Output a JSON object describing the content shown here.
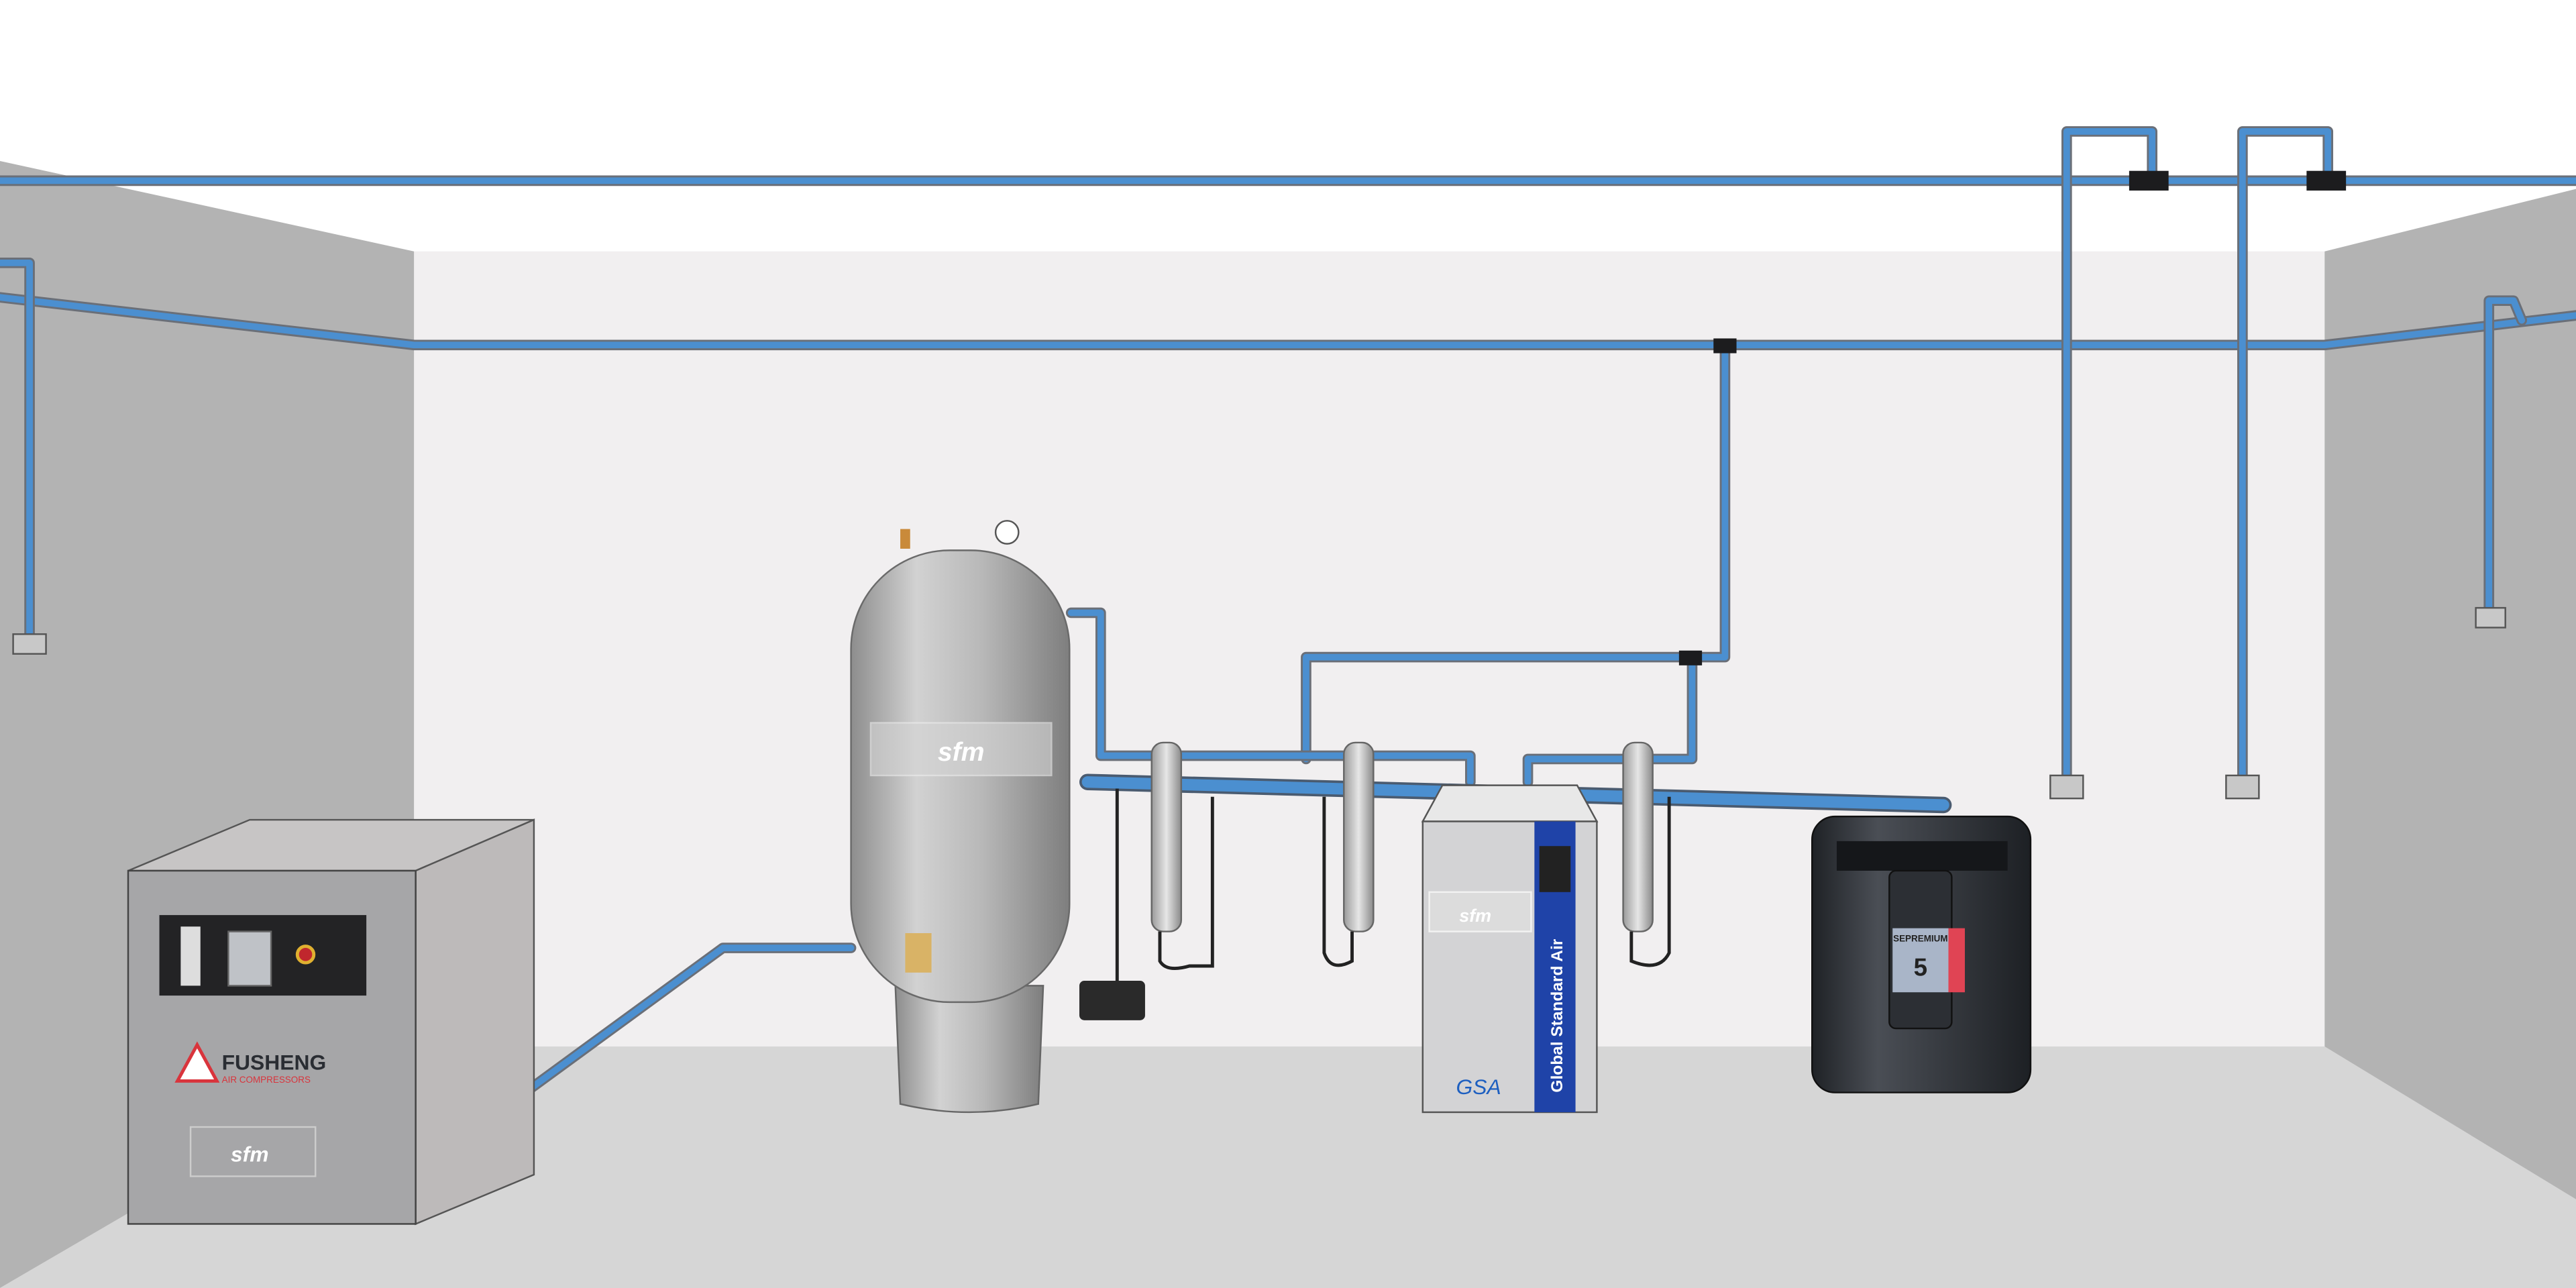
{
  "scene": {
    "title": "Compressed air system installation",
    "colors": {
      "back_wall": "#f1eff0",
      "side_wall": "#b3b3b3",
      "floor": "#d6d6d6",
      "pipe": "#4b8fd0",
      "dryer_stripe": "#1f43a8",
      "brand_red": "#d9343c"
    }
  },
  "compressor": {
    "brand": "FUSHENG",
    "subtitle": "AIR COMPRESSORS",
    "badge_logo": "sfm"
  },
  "receiver_tank": {
    "badge_logo": "sfm"
  },
  "dryer": {
    "badge_logo": "sfm",
    "stripe_text": "Global Standard Air",
    "logo": "GSA"
  },
  "separator": {
    "label": "SEPREMIUM",
    "model_number": "5"
  }
}
